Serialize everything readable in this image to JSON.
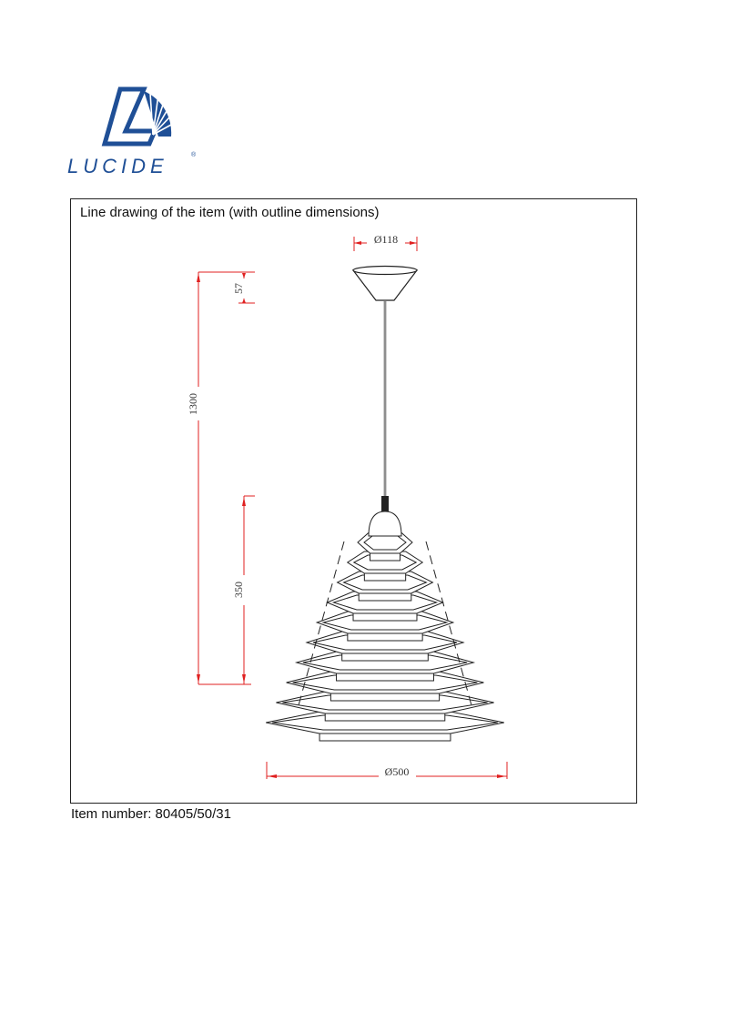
{
  "logo": {
    "brand": "LUCIDE",
    "registered_mark": "®",
    "color": "#1f4f96"
  },
  "drawing": {
    "caption": "Line drawing of the item (with outline dimensions)",
    "dimensions": {
      "canopy_diameter": "Ø118",
      "canopy_height": "57",
      "total_height": "1300",
      "shade_height": "350",
      "shade_diameter": "Ø500"
    },
    "dimension_color": "#e02020"
  },
  "footer": {
    "item_number": "Item number: 80405/50/31"
  }
}
